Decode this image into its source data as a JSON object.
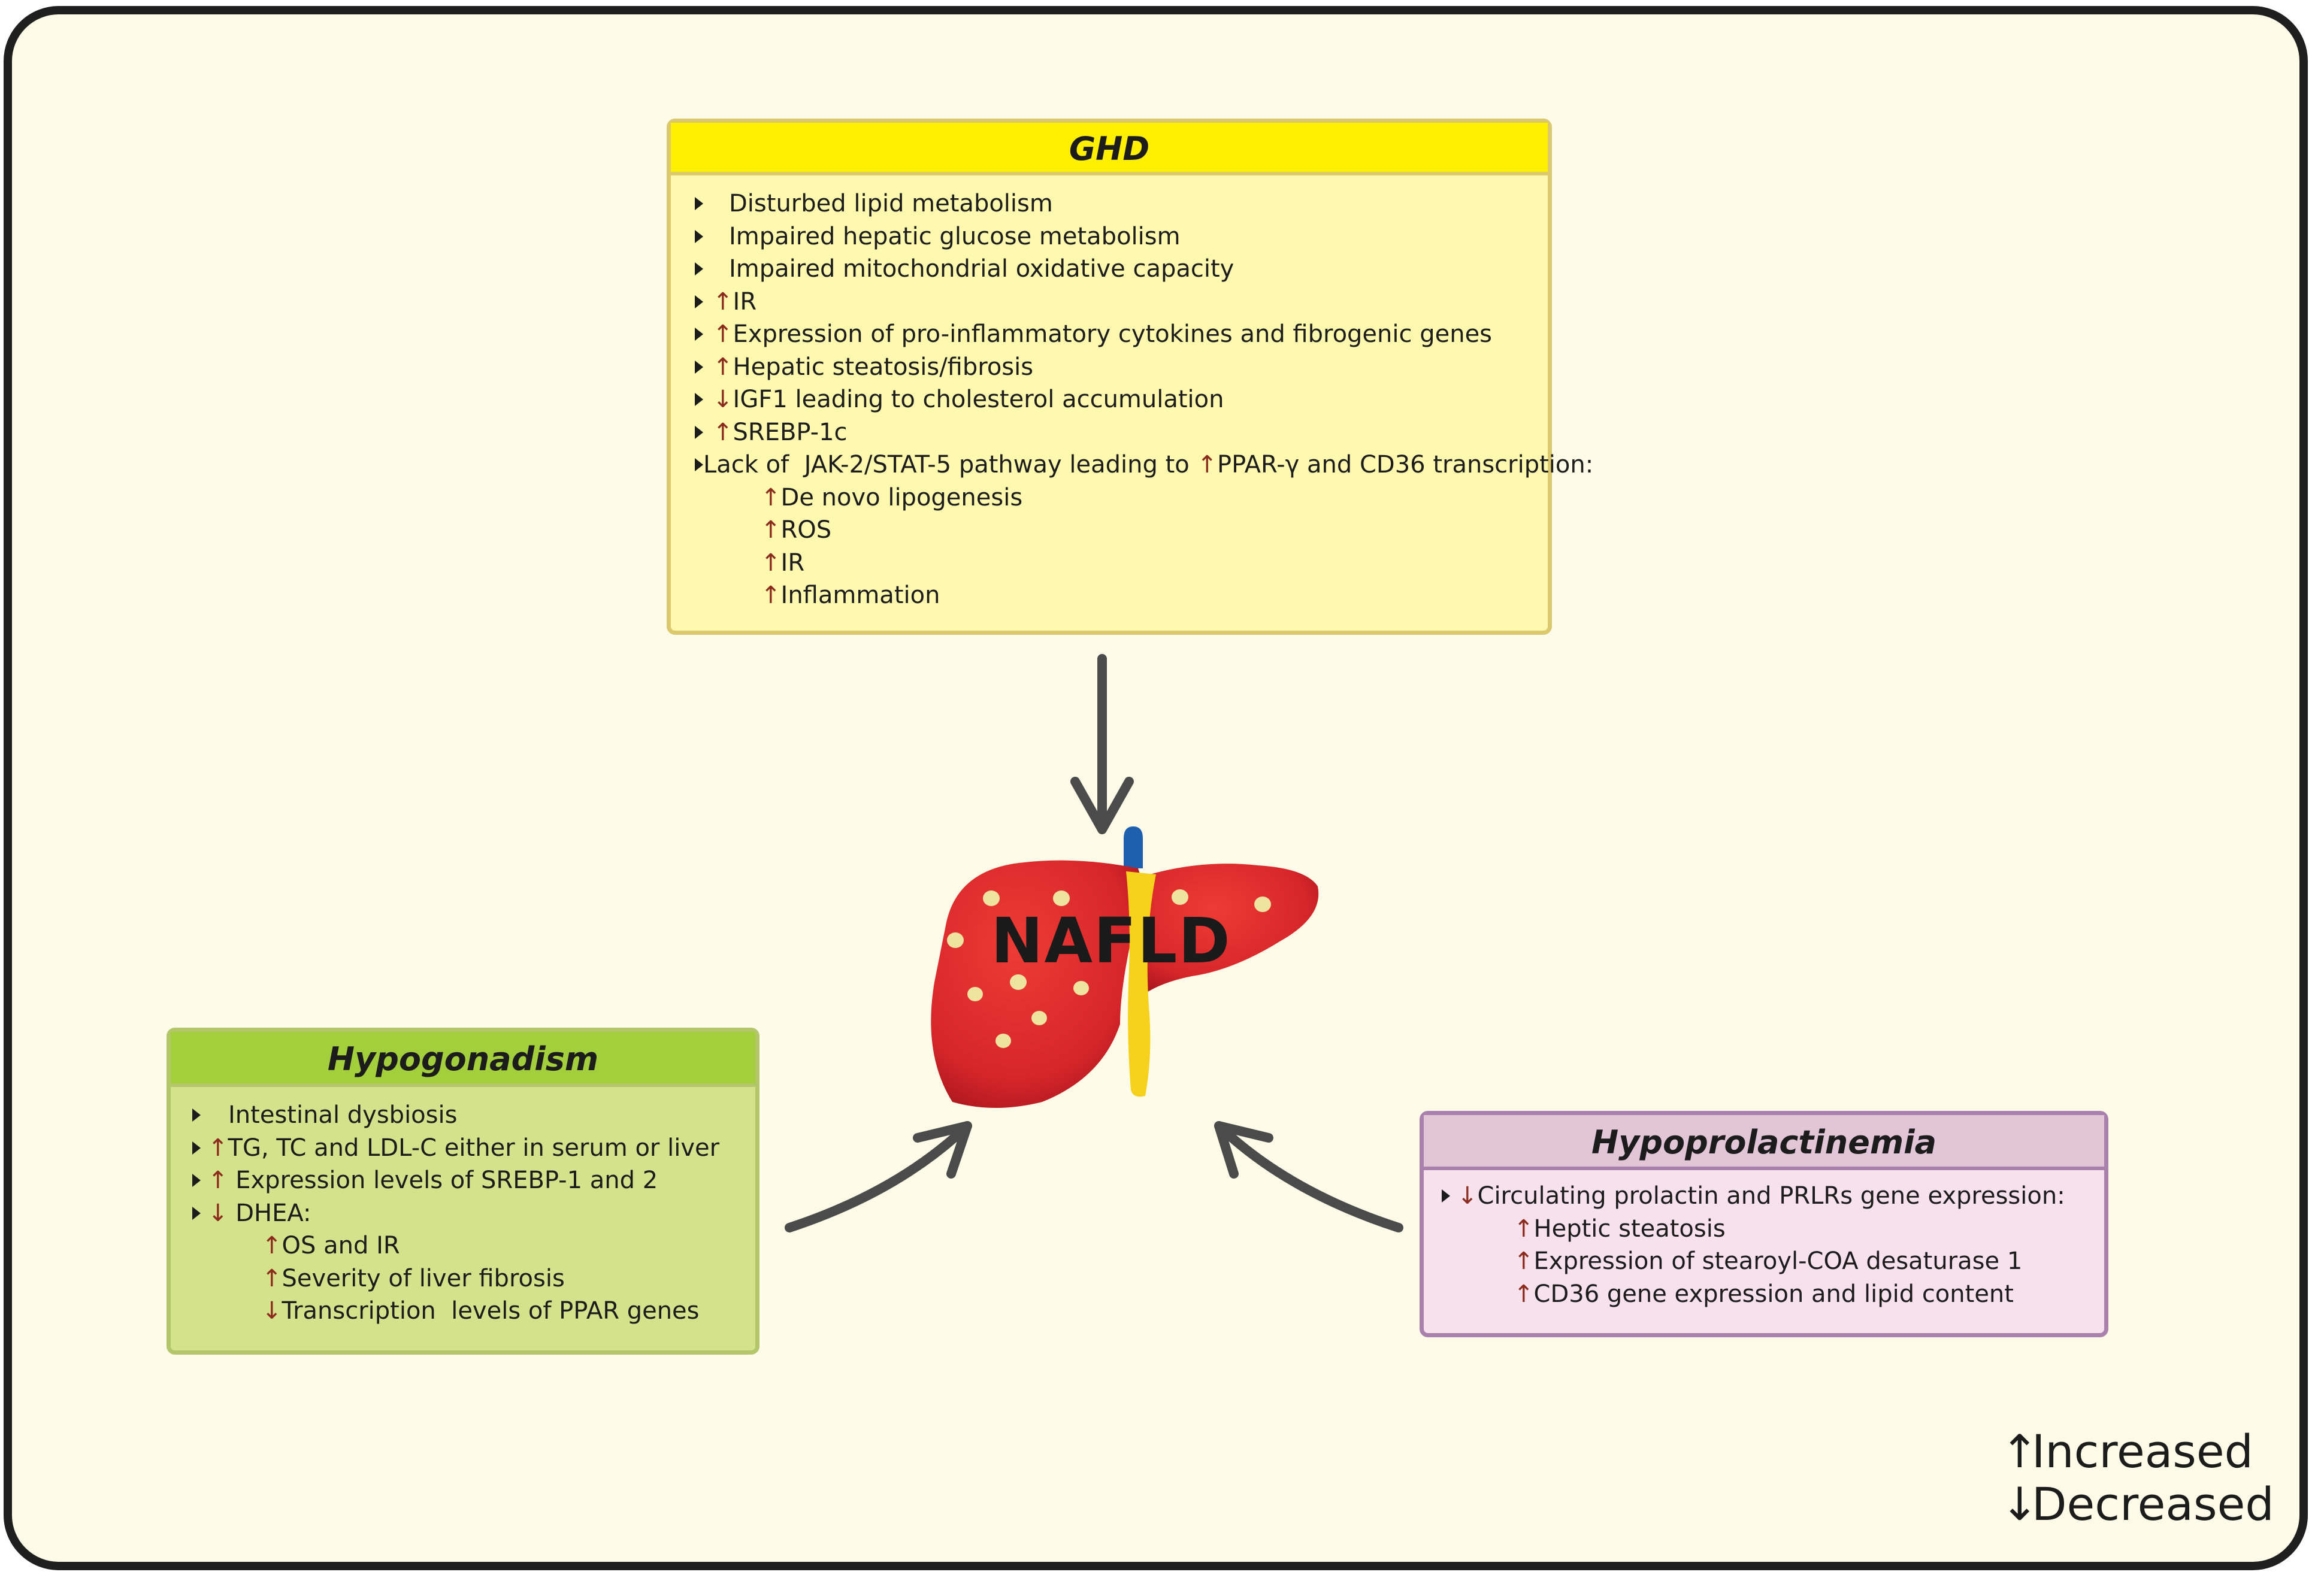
{
  "center_label": "NAFLD",
  "ghd": {
    "title": "GHD",
    "items": [
      {
        "arrow": "",
        "text": "Disturbed lipid metabolism"
      },
      {
        "arrow": "",
        "text": "Impaired hepatic glucose metabolism"
      },
      {
        "arrow": "",
        "text": "Impaired mitochondrial oxidative capacity"
      },
      {
        "arrow": "↑",
        "text": "IR"
      },
      {
        "arrow": "↑",
        "text": "Expression of pro-inflammatory cytokines and fibrogenic genes"
      },
      {
        "arrow": "↑",
        "text": "Hepatic steatosis/fibrosis"
      },
      {
        "arrow": "↓",
        "text": "IGF1 leading to cholesterol accumulation"
      },
      {
        "arrow": "↑",
        "text": "SREBP-1c"
      },
      {
        "arrow": "",
        "text": "Lack of  JAK-2/STAT-5 pathway leading to ",
        "arrow2": "↑",
        "text2": "PPAR-γ and CD36 transcription:"
      }
    ],
    "subitems": [
      {
        "arrow": "↑",
        "text": "De novo lipogenesis"
      },
      {
        "arrow": "↑",
        "text": "ROS"
      },
      {
        "arrow": "↑",
        "text": "IR"
      },
      {
        "arrow": "↑",
        "text": "Inflammation"
      }
    ]
  },
  "hypogonadism": {
    "title": "Hypogonadism",
    "items": [
      {
        "arrow": "",
        "text": "Intestinal dysbiosis"
      },
      {
        "arrow": "↑",
        "text": "TG, TC and LDL-C either in serum or liver"
      },
      {
        "arrow": "↑",
        "text": " Expression levels of SREBP-1 and 2"
      },
      {
        "arrow": "↓",
        "text": " DHEA:"
      }
    ],
    "subitems": [
      {
        "arrow": "↑",
        "text": "OS and IR"
      },
      {
        "arrow": "↑",
        "text": "Severity of liver fibrosis"
      },
      {
        "arrow": "↓",
        "text": "Transcription  levels of PPAR genes"
      }
    ]
  },
  "hypoprolactinemia": {
    "title": "Hypoprolactinemia",
    "items": [
      {
        "arrow": "↓",
        "text": "Circulating prolactin and PRLRs gene expression:"
      }
    ],
    "subitems": [
      {
        "arrow": "↑",
        "text": "Heptic steatosis"
      },
      {
        "arrow": "↑",
        "text": "Expression of stearoyl-COA desaturase 1"
      },
      {
        "arrow": "↑",
        "text": "CD36 gene expression and lipid content"
      }
    ]
  },
  "legend": {
    "increased_arrow": "↑",
    "increased": "Increased",
    "decreased_arrow": "↓",
    "decreased": "Decreased"
  },
  "colors": {
    "ghd_header": "#fff000",
    "ghd_body": "#fff9b0",
    "hypo_header": "#a4cf3c",
    "hypo_body": "#d4e38b",
    "prl_header": "#e2c6d8",
    "prl_body": "#f7e1ec",
    "arrow_mark": "#8b2a1d",
    "liver": "#d7262b"
  }
}
